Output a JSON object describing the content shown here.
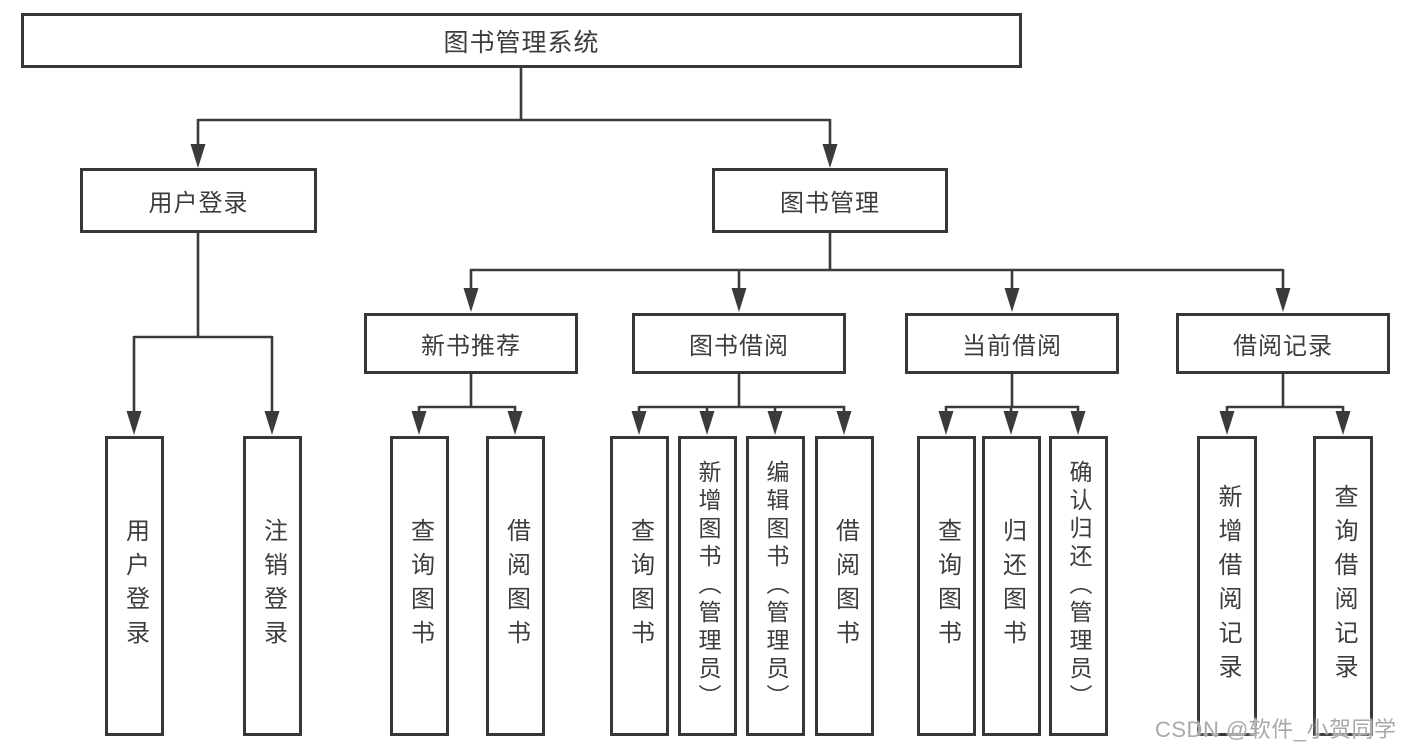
{
  "diagram": {
    "root": {
      "label": "图书管理系统"
    },
    "level2": [
      {
        "label": "用户登录"
      },
      {
        "label": "图书管理"
      }
    ],
    "level3": [
      {
        "label": "新书推荐"
      },
      {
        "label": "图书借阅"
      },
      {
        "label": "当前借阅"
      },
      {
        "label": "借阅记录"
      }
    ],
    "leaves": {
      "login": [
        "用户登录",
        "注销登录"
      ],
      "recommend": [
        "查询图书",
        "借阅图书"
      ],
      "borrow": [
        "查询图书",
        "新增图书（管理员）",
        "编辑图书（管理员）",
        "借阅图书"
      ],
      "current": [
        "查询图书",
        "归还图书",
        "确认归还（管理员）"
      ],
      "records": [
        "新增借阅记录",
        "查询借阅记录"
      ]
    }
  },
  "watermark": "CSDN @软件_小贺同学",
  "colors": {
    "line": "#3b3b3b",
    "box_border": "#373737",
    "text": "#3d3d3d",
    "watermark_text": "#a9a9a9",
    "background": "#ffffff"
  }
}
